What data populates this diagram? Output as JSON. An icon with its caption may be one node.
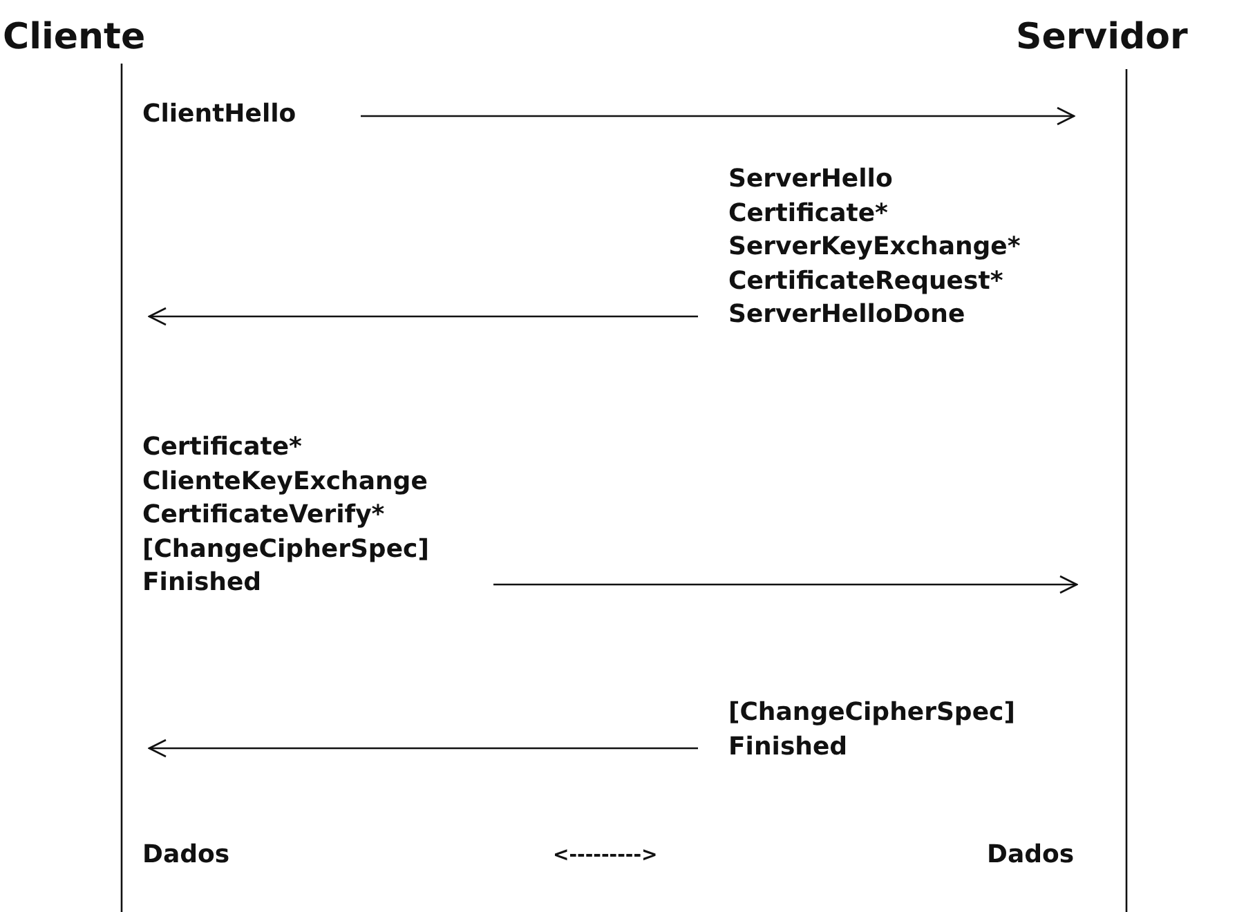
{
  "diagram": {
    "nodes": [
      {
        "text": [
          "ClientHello"
        ]
      },
      {
        "text": [
          "ServerHello",
          "Certificate*",
          "ServerKeyExchange*",
          "CertificateRequest*",
          "ServerHelloDone"
        ]
      },
      {
        "text": [
          "Certificate*",
          "ClienteKeyExchange",
          "CertificateVerify*",
          "[ChangeCipherSpec]",
          "Finished"
        ]
      },
      {
        "text": [
          "[ChangeCipherSpec]",
          "Finished"
        ]
      }
    ],
    "edges": [
      {
        "from": 0,
        "to": null,
        "arrow": "to"
      },
      {
        "from": 1,
        "to": null,
        "arrow": "to"
      },
      {
        "from": 2,
        "to": null,
        "arrow": "to"
      },
      {
        "from": 3,
        "to": null,
        "arrow": "to"
      }
    ],
    "labels": [
      "Cliente",
      "Servidor",
      "Dados",
      "<--------->",
      "Dados"
    ]
  }
}
